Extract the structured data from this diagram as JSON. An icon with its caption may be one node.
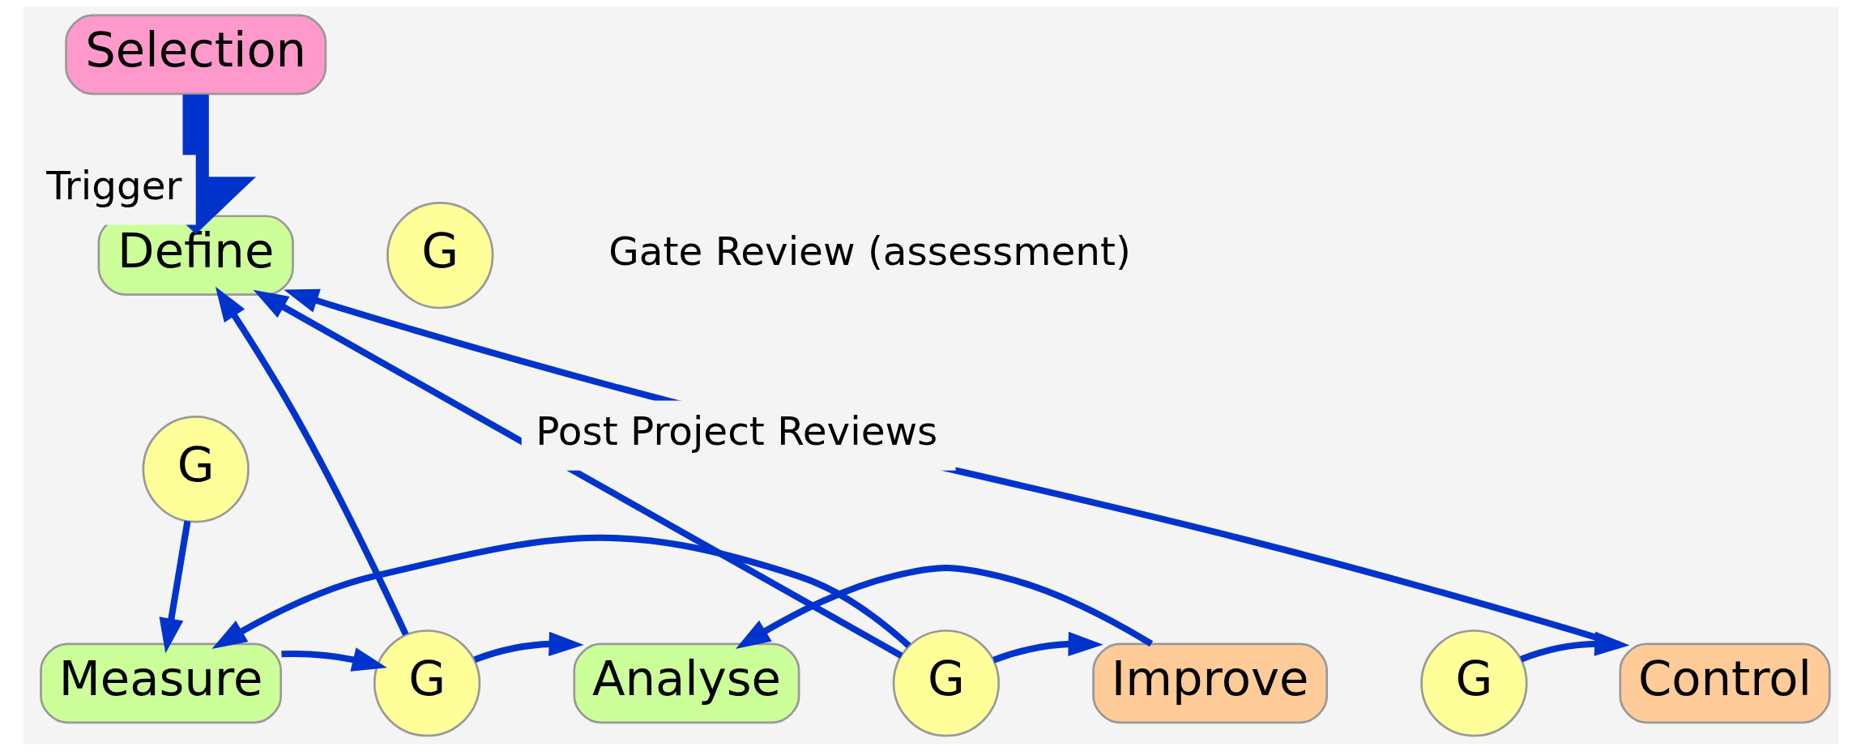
{
  "diagram": {
    "nodes": [
      {
        "text": [
          "Selection"
        ]
      },
      {
        "text": [
          "Define"
        ]
      },
      {
        "text": [
          "G"
        ]
      },
      {
        "text": [
          "Measure"
        ]
      },
      {
        "text": [
          "G"
        ]
      },
      {
        "text": [
          "Analyse"
        ]
      },
      {
        "text": [
          "G"
        ]
      },
      {
        "text": [
          "Improve"
        ]
      },
      {
        "text": [
          "G"
        ]
      },
      {
        "text": [
          "Control"
        ]
      },
      {
        "text": [
          "G"
        ]
      }
    ],
    "labels": [
      "Gate Review (assessment)"
    ],
    "edges": [
      {
        "from": 0,
        "to": 1,
        "arrow": "to",
        "label": "Trigger",
        "style": "thick"
      },
      {
        "from": 2,
        "to": 3,
        "arrow": "to"
      },
      {
        "from": 3,
        "to": 4,
        "arrow": "to"
      },
      {
        "from": 4,
        "to": 1,
        "arrow": "to"
      },
      {
        "from": 4,
        "to": 5,
        "arrow": "to"
      },
      {
        "from": 7,
        "to": 5,
        "arrow": "to"
      },
      {
        "from": 6,
        "to": 1,
        "arrow": "to"
      },
      {
        "from": 6,
        "to": 7,
        "arrow": "to"
      },
      {
        "from": 6,
        "to": 3,
        "arrow": "to"
      },
      {
        "from": 8,
        "to": 9,
        "arrow": "to"
      },
      {
        "from": 9,
        "to": 1,
        "arrow": "to",
        "label": "Post Project Reviews"
      }
    ]
  }
}
